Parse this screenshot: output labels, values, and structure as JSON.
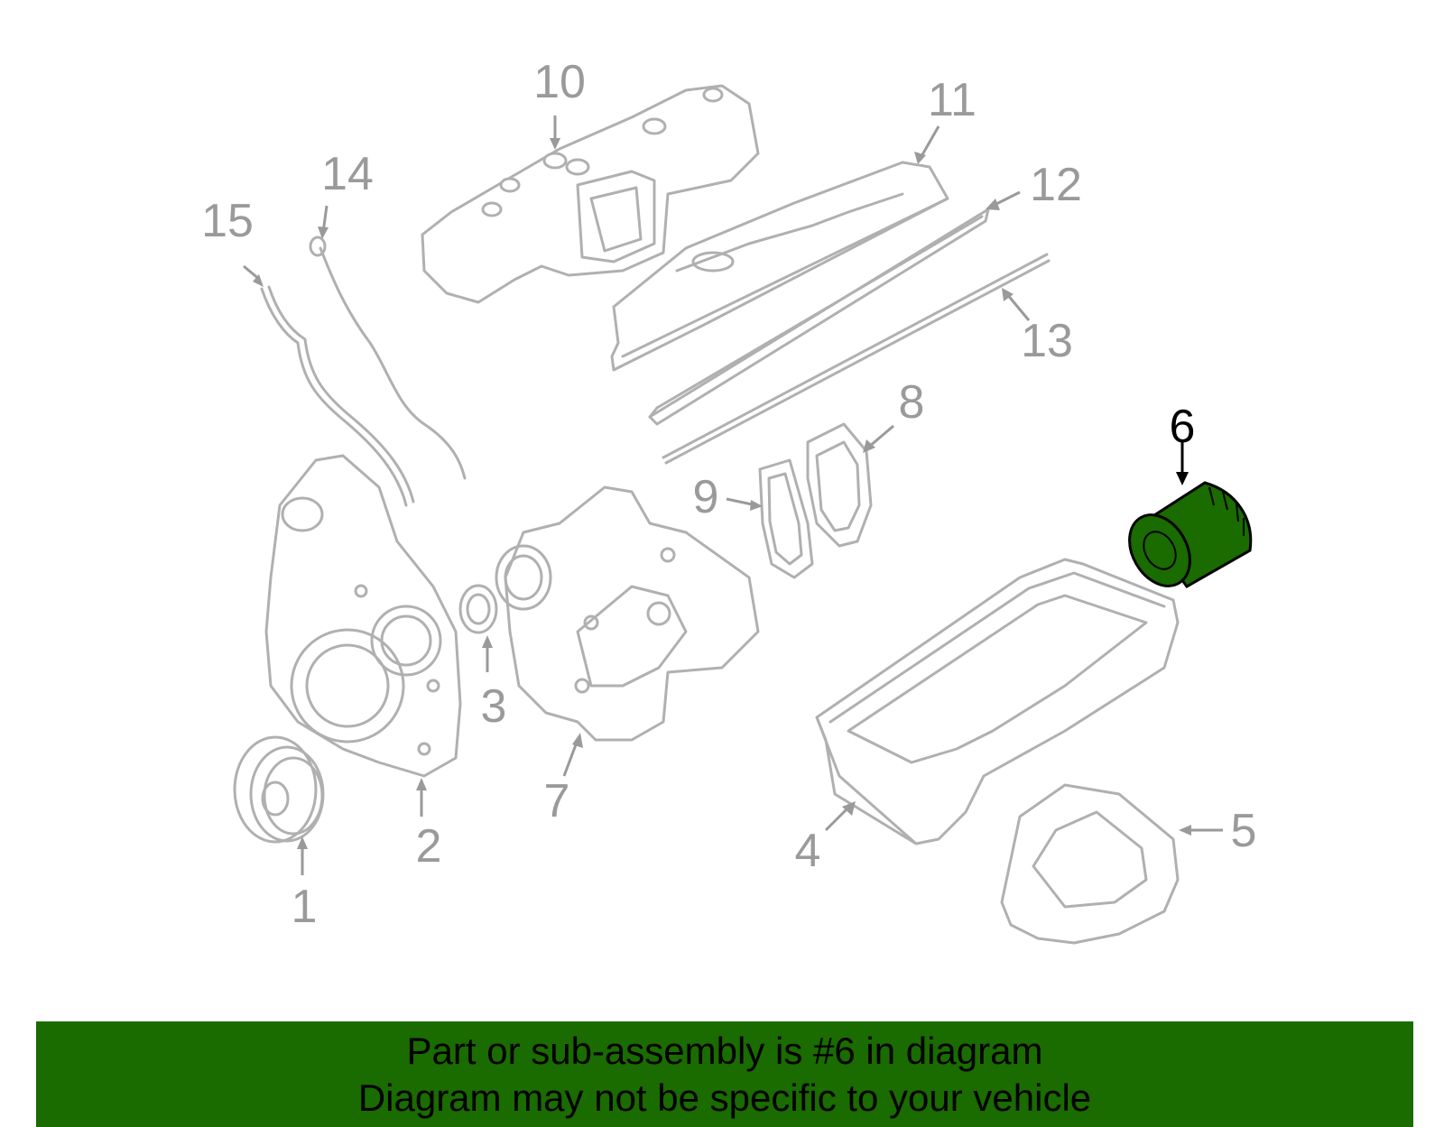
{
  "diagram": {
    "callouts": {
      "c1": "1",
      "c2": "2",
      "c3": "3",
      "c4": "4",
      "c5": "5",
      "c6": "6",
      "c7": "7",
      "c8": "8",
      "c9": "9",
      "c10": "10",
      "c11": "11",
      "c12": "12",
      "c13": "13",
      "c14": "14",
      "c15": "15"
    },
    "highlighted_part": "6",
    "colors": {
      "highlight": "#1a6b00",
      "part_outline": "#b0b0b0",
      "callout_text": "#9a9a9a"
    }
  },
  "banner": {
    "line1": "Part or sub-assembly is #6 in diagram",
    "line2": "Diagram may not be specific to your vehicle"
  }
}
